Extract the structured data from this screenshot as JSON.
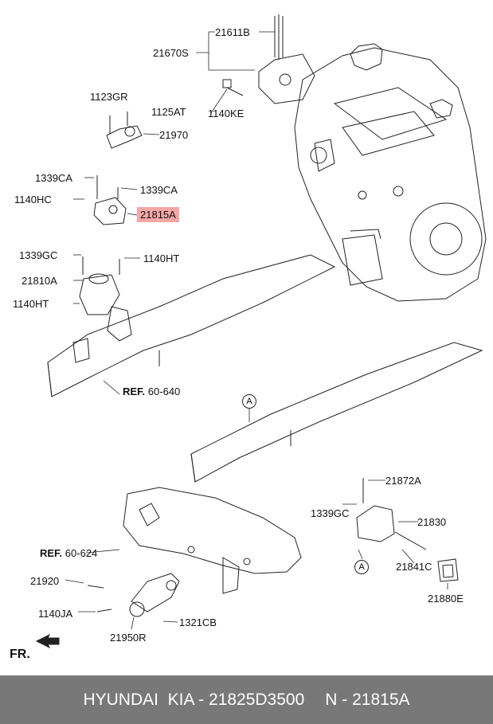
{
  "labels": {
    "p21611B": "21611B",
    "p21670S": "21670S",
    "p1140KE": "1140KE",
    "p1123GR": "1123GR",
    "p1125AT": "1125AT",
    "p21970": "21970",
    "p1339CA_a": "1339CA",
    "p1339CA_b": "1339CA",
    "p1140HC": "1140HC",
    "p21815A": "21815A",
    "p1339GC_a": "1339GC",
    "p1140HT_a": "1140HT",
    "p21810A": "21810A",
    "p1140HT_b": "1140HT",
    "p21872A": "21872A",
    "p1339GC_b": "1339GC",
    "p21830": "21830",
    "p21841C": "21841C",
    "p21880E": "21880E",
    "p21920": "21920",
    "p1140JA": "1140JA",
    "p1321CB": "1321CB",
    "p21950R": "21950R"
  },
  "refs": {
    "ref1_prefix": "REF.",
    "ref1_num": "60-640",
    "ref2_prefix": "REF.",
    "ref2_num": "60-624"
  },
  "markers": {
    "a1": "A",
    "a2": "A"
  },
  "direction": "FR.",
  "highlight_color": "#f4a6a6",
  "footer": {
    "brand": "HYUNDAI  KIA - 21825D3500",
    "ref": "N - 21815A"
  }
}
